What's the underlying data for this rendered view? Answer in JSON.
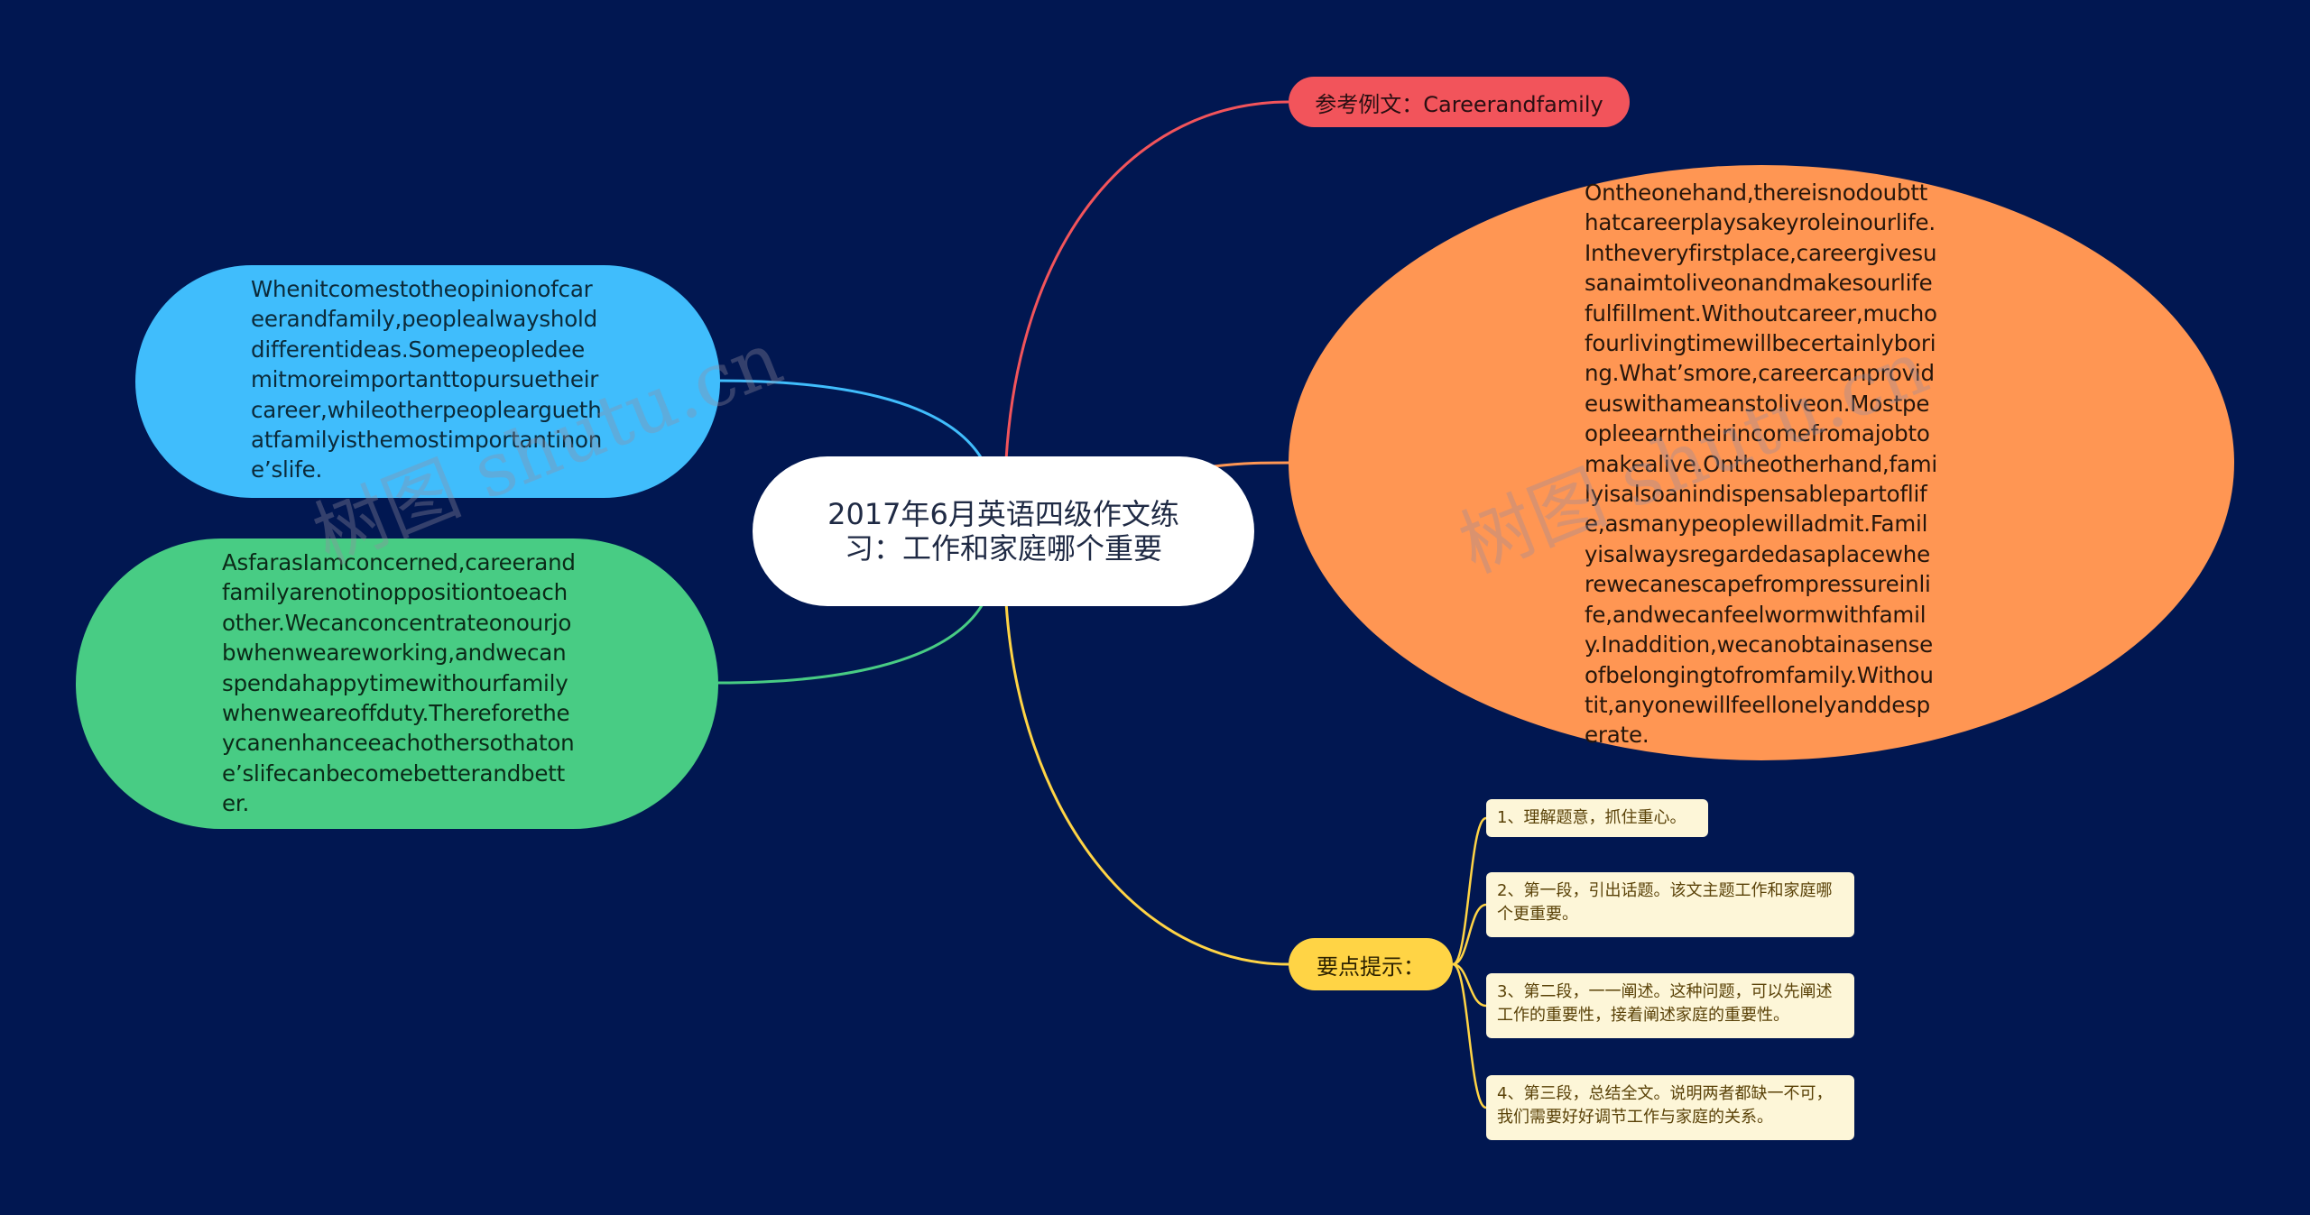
{
  "central_topic": "2017年6月英语四级作文练习：工作和家庭哪个重要",
  "branches": {
    "reference": {
      "label": "参考例文：Careerandfamily",
      "color": "#f2545b"
    },
    "paragraph_right": {
      "text": "Ontheonehand,thereisnodoubtthatcareerplaysakeyroleinourlife.Intheveryfirstplace,careergivesusanaimtoliveonandmakesourlifefulfillment.Withoutcareer,muchofourlivingtimewillbecertainlyboring.What’smore,careercanprovideuswithameanstoliveon.Mostpeopleearntheirincomefromajobtomakealive.Ontheotherhand,familyisalsoanindispensablepartoflife,asmanypeoplewilladmit.Familyisalwaysregardedasaplacewherewecanescapefrompressureinlife,andwecanfeelwormwithfamily.Inaddition,wecanobtainasenseofbelongingtofromfamily.Withoutit,anyonewillfeellonelyanddesperate.",
      "color": "#ff9653"
    },
    "paragraph_left_top": {
      "text": "Whenitcomestotheopinionofcareerandfamily,peoplealwaysholddifferentideas.Somepeopledeemitmoreimportanttopursuetheircareer,whileotherpeoplearguethatfamilyisthemostimportantinone’slife.",
      "color": "#40bdfc"
    },
    "paragraph_left_bottom": {
      "text": "AsfarasIamconcerned,careerandfamilyarenotinoppositiontoeachother.Wecanconcentrateonourjobwhenweareworking,andwecanspendahappytimewithourfamilywhenweareoffduty.Thereforetheycanenhanceeachothersothatone’slifecanbecomebetterandbetter.",
      "color": "#48cc84"
    },
    "tips": {
      "label": "要点提示：",
      "color": "#ffd445",
      "items": [
        "1、理解题意，抓住重心。",
        "2、第一段，引出话题。该文主题工作和家庭哪个更重要。",
        "3、第二段，一一阐述。这种问题，可以先阐述工作的重要性，接着阐述家庭的重要性。",
        "4、第三段，总结全文。说明两者都缺一不可，我们需要好好调节工作与家庭的关系。"
      ]
    }
  },
  "watermark": "树图 shutu.cn"
}
